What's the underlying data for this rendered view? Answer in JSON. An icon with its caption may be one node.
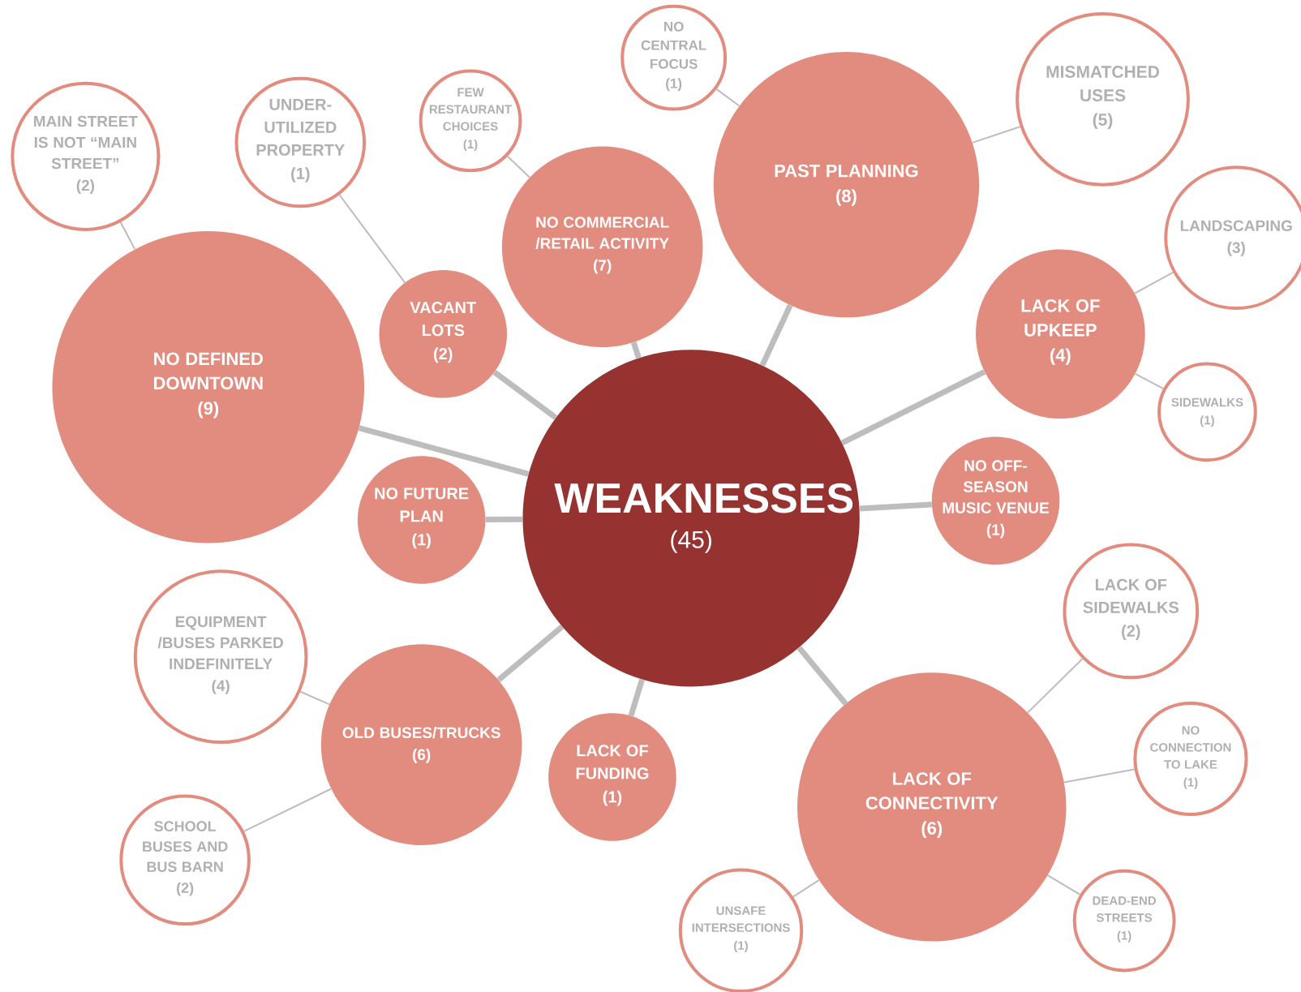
{
  "diagram": {
    "nodes": [
      {
        "text": [
          "WEAKNESSES",
          "(45)"
        ]
      },
      {
        "text": [
          "NO DEFINED DOWNTOWN",
          "(9)"
        ]
      },
      {
        "text": [
          "MAIN STREET IS NOT “MAIN STREET”",
          "(2)"
        ]
      },
      {
        "text": [
          "VACANT LOTS",
          "(2)"
        ]
      },
      {
        "text": [
          "UNDER-UTILIZED PROPERTY",
          "(1)"
        ]
      },
      {
        "text": [
          "NO COMMERCIAL /RETAIL ACTIVITY",
          "(7)"
        ]
      },
      {
        "text": [
          "FEW RESTAURANT CHOICES",
          "(1)"
        ]
      },
      {
        "text": [
          "PAST PLANNING",
          "(8)"
        ]
      },
      {
        "text": [
          "NO CENTRAL FOCUS",
          "(1)"
        ]
      },
      {
        "text": [
          "MISMATCHED USES",
          "(5)"
        ]
      },
      {
        "text": [
          "LACK OF UPKEEP",
          "(4)"
        ]
      },
      {
        "text": [
          "LANDSCAPING",
          "(3)"
        ]
      },
      {
        "text": [
          "SIDEWALKS",
          "(1)"
        ]
      },
      {
        "text": [
          "NO OFF-SEASON MUSIC VENUE",
          "(1)"
        ]
      },
      {
        "text": [
          "NO FUTURE PLAN",
          "(1)"
        ]
      },
      {
        "text": [
          "OLD BUSES/TRUCKS",
          "(6)"
        ]
      },
      {
        "text": [
          "EQUIPMENT /BUSES PARKED INDEFINITELY",
          "(4)"
        ]
      },
      {
        "text": [
          "SCHOOL BUSES AND BUS BARN",
          "(2)"
        ]
      },
      {
        "text": [
          "LACK OF FUNDING",
          "(1)"
        ]
      },
      {
        "text": [
          "LACK OF CONNECTIVITY",
          "(6)"
        ]
      },
      {
        "text": [
          "LACK OF SIDEWALKS",
          "(2)"
        ]
      },
      {
        "text": [
          "NO CONNECTION TO LAKE",
          "(1)"
        ]
      },
      {
        "text": [
          "DEAD-END STREETS",
          "(1)"
        ]
      },
      {
        "text": [
          "UNSAFE INTERSECTIONS",
          "(1)"
        ]
      }
    ],
    "edges": [
      {
        "from": 0,
        "to": 1,
        "arrow": "none",
        "style": "thick"
      },
      {
        "from": 1,
        "to": 2,
        "arrow": "none"
      },
      {
        "from": 0,
        "to": 3,
        "arrow": "none",
        "style": "thick"
      },
      {
        "from": 3,
        "to": 4,
        "arrow": "none"
      },
      {
        "from": 0,
        "to": 5,
        "arrow": "none",
        "style": "thick"
      },
      {
        "from": 5,
        "to": 6,
        "arrow": "none"
      },
      {
        "from": 0,
        "to": 7,
        "arrow": "none",
        "style": "thick"
      },
      {
        "from": 7,
        "to": 8,
        "arrow": "none"
      },
      {
        "from": 7,
        "to": 9,
        "arrow": "none"
      },
      {
        "from": 0,
        "to": 10,
        "arrow": "none",
        "style": "thick"
      },
      {
        "from": 10,
        "to": 11,
        "arrow": "none"
      },
      {
        "from": 10,
        "to": 12,
        "arrow": "none"
      },
      {
        "from": 0,
        "to": 13,
        "arrow": "none",
        "style": "thick"
      },
      {
        "from": 0,
        "to": 14,
        "arrow": "none",
        "style": "thick"
      },
      {
        "from": 0,
        "to": 15,
        "arrow": "none",
        "style": "thick"
      },
      {
        "from": 15,
        "to": 16,
        "arrow": "none"
      },
      {
        "from": 15,
        "to": 17,
        "arrow": "none"
      },
      {
        "from": 0,
        "to": 18,
        "arrow": "none",
        "style": "thick"
      },
      {
        "from": 0,
        "to": 19,
        "arrow": "none",
        "style": "thick"
      },
      {
        "from": 19,
        "to": 20,
        "arrow": "none"
      },
      {
        "from": 19,
        "to": 21,
        "arrow": "none"
      },
      {
        "from": 19,
        "to": 22,
        "arrow": "none"
      },
      {
        "from": 19,
        "to": 23,
        "arrow": "none"
      }
    ]
  }
}
